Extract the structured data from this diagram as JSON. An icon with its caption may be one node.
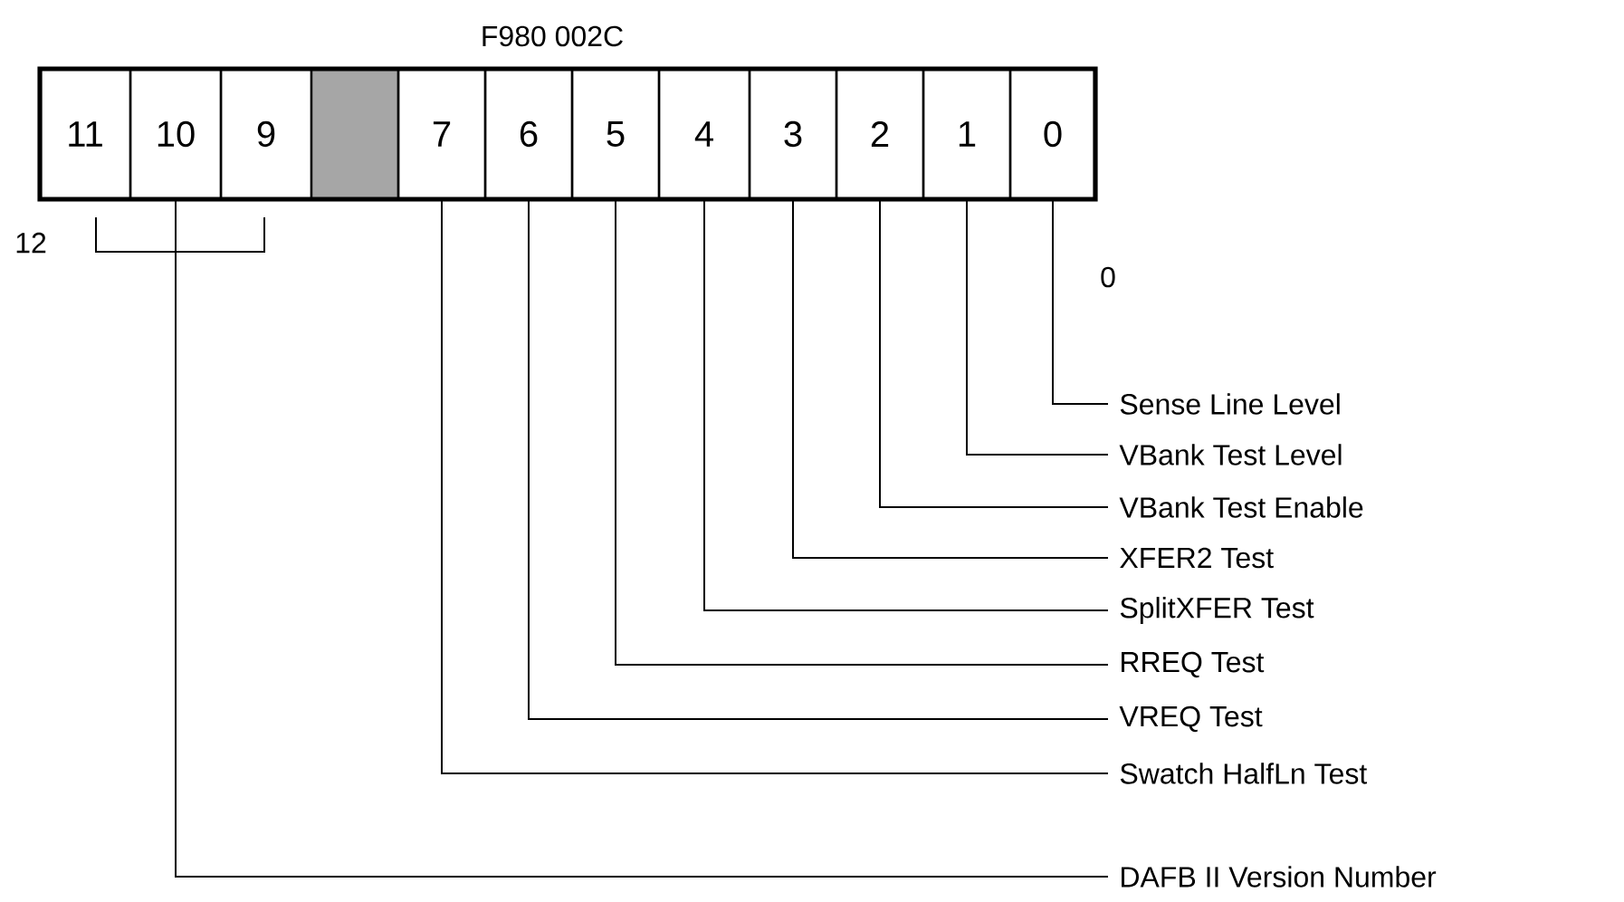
{
  "diagram": {
    "title": "F980 002C",
    "nodes": [
      {
        "text": [
          "11"
        ]
      },
      {
        "text": [
          "10"
        ]
      },
      {
        "text": [
          "9"
        ]
      },
      {
        "text": [],
        "shape": "box"
      },
      {
        "text": [
          "7"
        ]
      },
      {
        "text": [
          "6"
        ]
      },
      {
        "text": [
          "5"
        ]
      },
      {
        "text": [
          "4"
        ]
      },
      {
        "text": [
          "3"
        ]
      },
      {
        "text": [
          "2"
        ]
      },
      {
        "text": [
          "1"
        ]
      },
      {
        "text": [
          "0"
        ]
      },
      {
        "text": [
          "Sense Line Level"
        ]
      },
      {
        "text": [
          "VBank Test Level"
        ]
      },
      {
        "text": [
          "VBank Test Enable"
        ]
      },
      {
        "text": [
          "XFER2 Test"
        ]
      },
      {
        "text": [
          "SplitXFER Test"
        ]
      },
      {
        "text": [
          "RREQ Test"
        ]
      },
      {
        "text": [
          "VREQ Test"
        ]
      },
      {
        "text": [
          "Swatch HalfLn Test"
        ]
      },
      {
        "text": [
          "DAFB II Version Number"
        ]
      }
    ],
    "edges": [
      {
        "from": 11,
        "to": 12,
        "arrow": "none"
      },
      {
        "from": 10,
        "to": 13,
        "arrow": "none"
      },
      {
        "from": 9,
        "to": 14,
        "arrow": "none"
      },
      {
        "from": 8,
        "to": 15,
        "arrow": "none"
      },
      {
        "from": 7,
        "to": 16,
        "arrow": "none"
      },
      {
        "from": 6,
        "to": 17,
        "arrow": "none"
      },
      {
        "from": 5,
        "to": 18,
        "arrow": "none"
      },
      {
        "from": 4,
        "to": 19,
        "arrow": "none"
      },
      {
        "from": 1,
        "to": 20,
        "arrow": "none"
      }
    ],
    "labels": [
      "12",
      "0"
    ]
  }
}
